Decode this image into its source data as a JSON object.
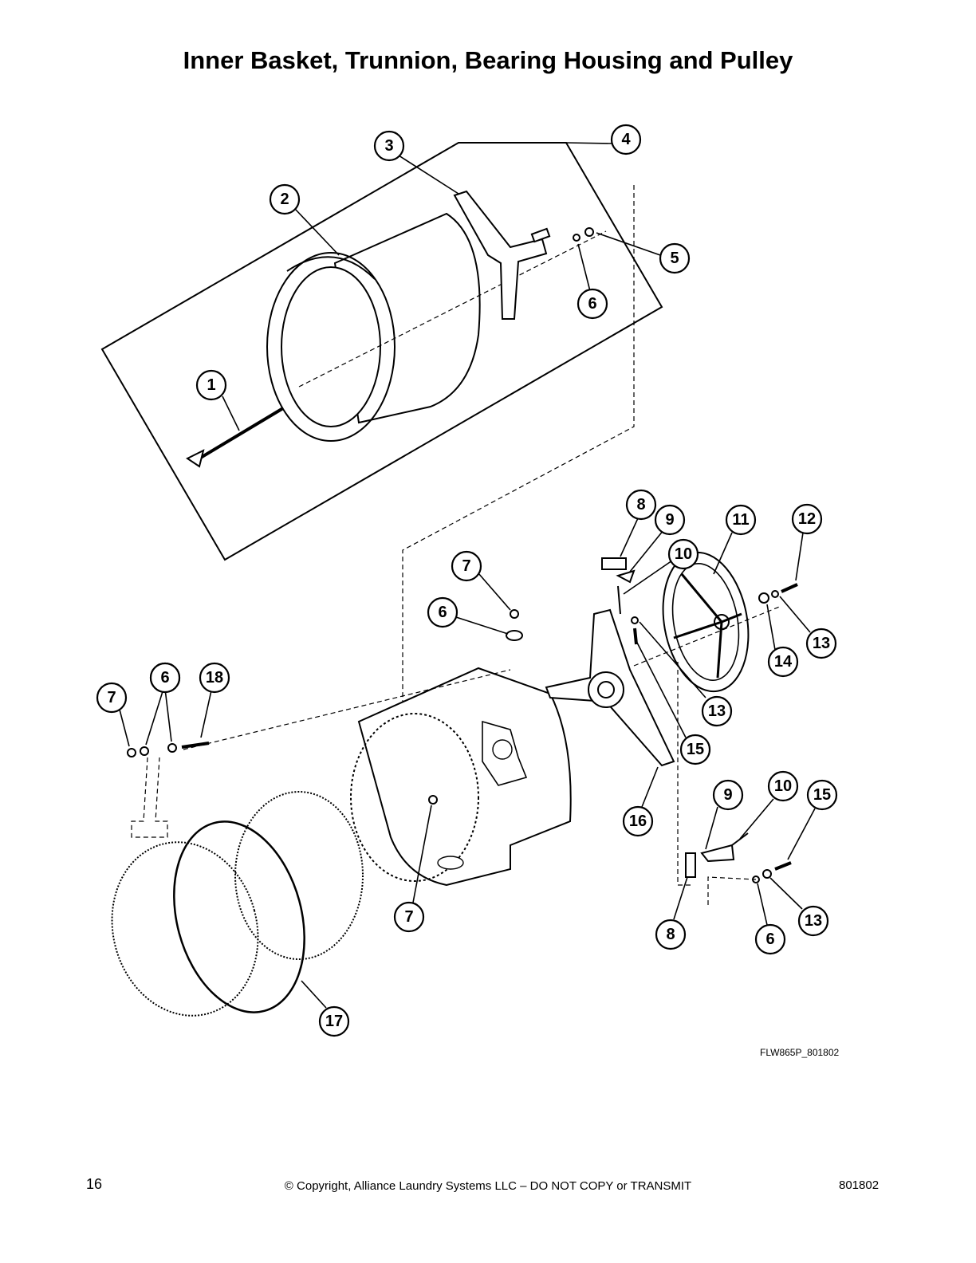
{
  "title": "Inner Basket, Trunnion, Bearing Housing and Pulley",
  "figure_id": "FLW865P_801802",
  "footer": {
    "page_number": "16",
    "copyright": "© Copyright, Alliance Laundry Systems LLC – DO NOT COPY or TRANSMIT",
    "document_number": "801802"
  },
  "callouts": [
    "1",
    "2",
    "3",
    "4",
    "5",
    "6",
    "6",
    "7",
    "6",
    "7",
    "6",
    "18",
    "8",
    "9",
    "10",
    "11",
    "12",
    "13",
    "14",
    "13",
    "15",
    "16",
    "7",
    "17",
    "9",
    "10",
    "15",
    "8",
    "6",
    "13"
  ]
}
